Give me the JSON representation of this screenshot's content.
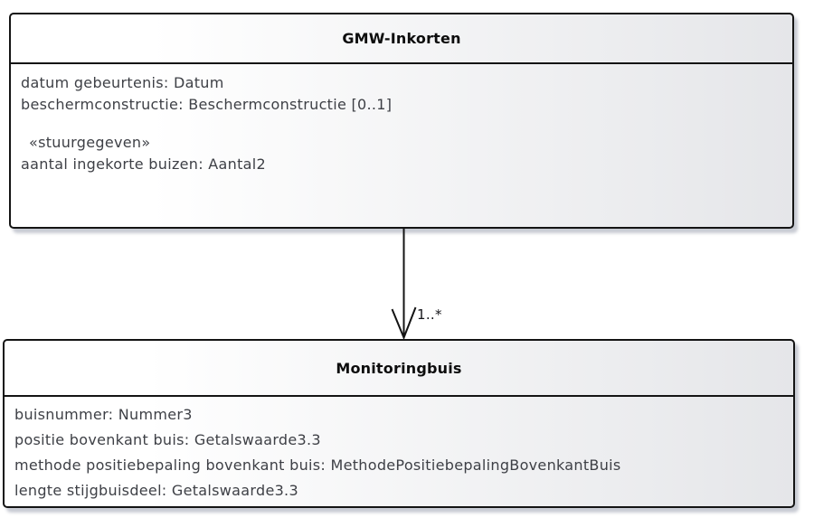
{
  "diagram": {
    "kind": "uml-class-diagram",
    "colors": {
      "border": "#141414",
      "fill_gradient_left": "#ffffff",
      "fill_gradient_right": "#e5e6e9",
      "shadow": "#ccd0da",
      "attribute_text": "#3e4046",
      "title_text": "#0d0d0d"
    }
  },
  "class_gmw_inkorten": {
    "title": "GMW-Inkorten",
    "attributes": [
      "datum gebeurtenis: Datum",
      "beschermconstructie: Beschermconstructie [0..1]"
    ],
    "stereotype": "«stuurgegeven»",
    "stereotyped_attributes": [
      "aantal ingekorte buizen: Aantal2"
    ]
  },
  "class_monitoringbuis": {
    "title": "Monitoringbuis",
    "attributes": [
      "buisnummer: Nummer3",
      "positie bovenkant buis: Getalswaarde3.3",
      "methode positiebepaling bovenkant buis: MethodePositiebepalingBovenkantBuis",
      "lengte stijgbuisdeel: Getalswaarde3.3"
    ]
  },
  "connector": {
    "type": "directed-association",
    "source": "GMW-Inkorten",
    "target": "Monitoringbuis",
    "target_multiplicity": "1..*"
  }
}
